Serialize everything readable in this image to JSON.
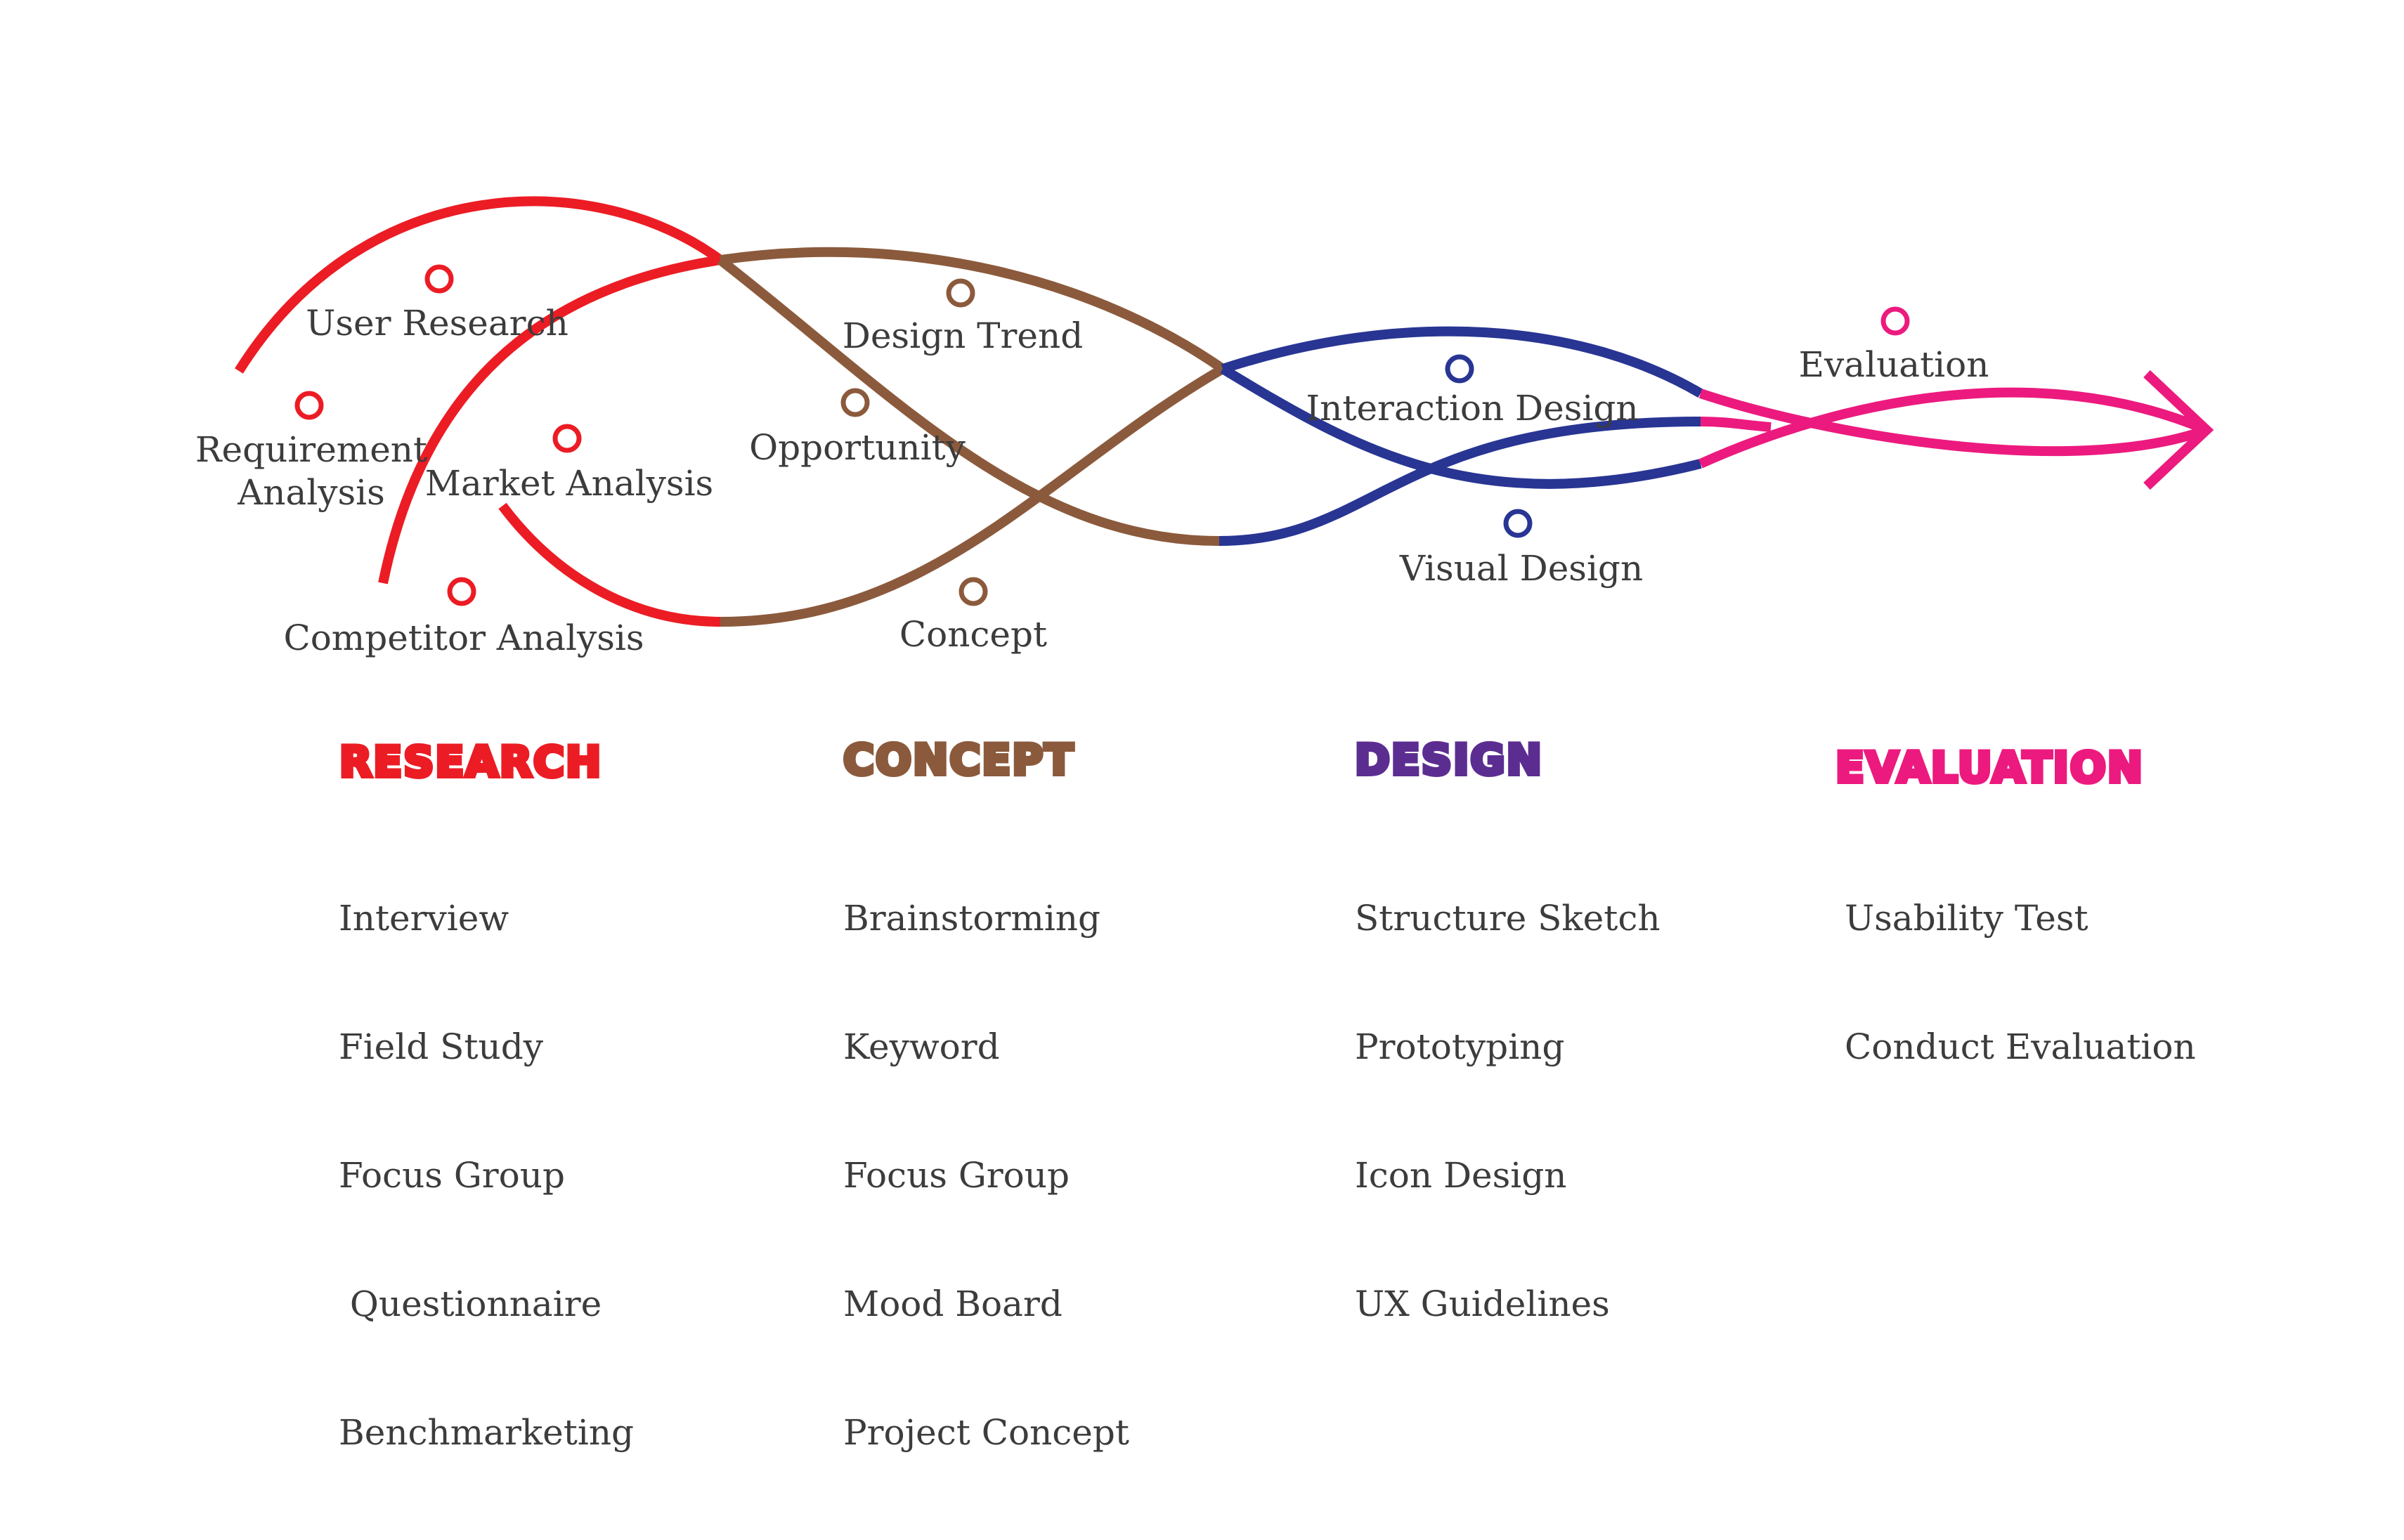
{
  "colors": {
    "research": "#ec1c24",
    "concept": "#8b5a3c",
    "design": "#283593",
    "design_title": "#5c2d91",
    "evaluation": "#ec1a7e",
    "text": "#3c3c3c"
  },
  "nodes": {
    "user_research": "User Research",
    "requirement_analysis_line1": "Requirement",
    "requirement_analysis_line2": "Analysis",
    "market_analysis": "Market Analysis",
    "competitor_analysis": "Competitor Analysis",
    "design_trend": "Design Trend",
    "opportunity": "Opportunity",
    "concept": "Concept",
    "interaction_design": "Interaction Design",
    "visual_design": "Visual Design",
    "evaluation": "Evaluation"
  },
  "phases": {
    "research": {
      "title": "RESEARCH",
      "items": [
        "Interview",
        "Field Study",
        "Focus Group",
        " Questionnaire",
        "Benchmarketing"
      ]
    },
    "concept": {
      "title": "CONCEPT",
      "items": [
        "Brainstorming",
        "Keyword",
        "Focus Group",
        "Mood Board",
        "Project Concept"
      ]
    },
    "design": {
      "title": "DESIGN",
      "items": [
        "Structure Sketch",
        "Prototyping",
        "Icon Design",
        "UX Guidelines"
      ]
    },
    "evaluation": {
      "title": "EVALUATION",
      "items": [
        "Usability Test",
        "Conduct Evaluation"
      ]
    }
  }
}
